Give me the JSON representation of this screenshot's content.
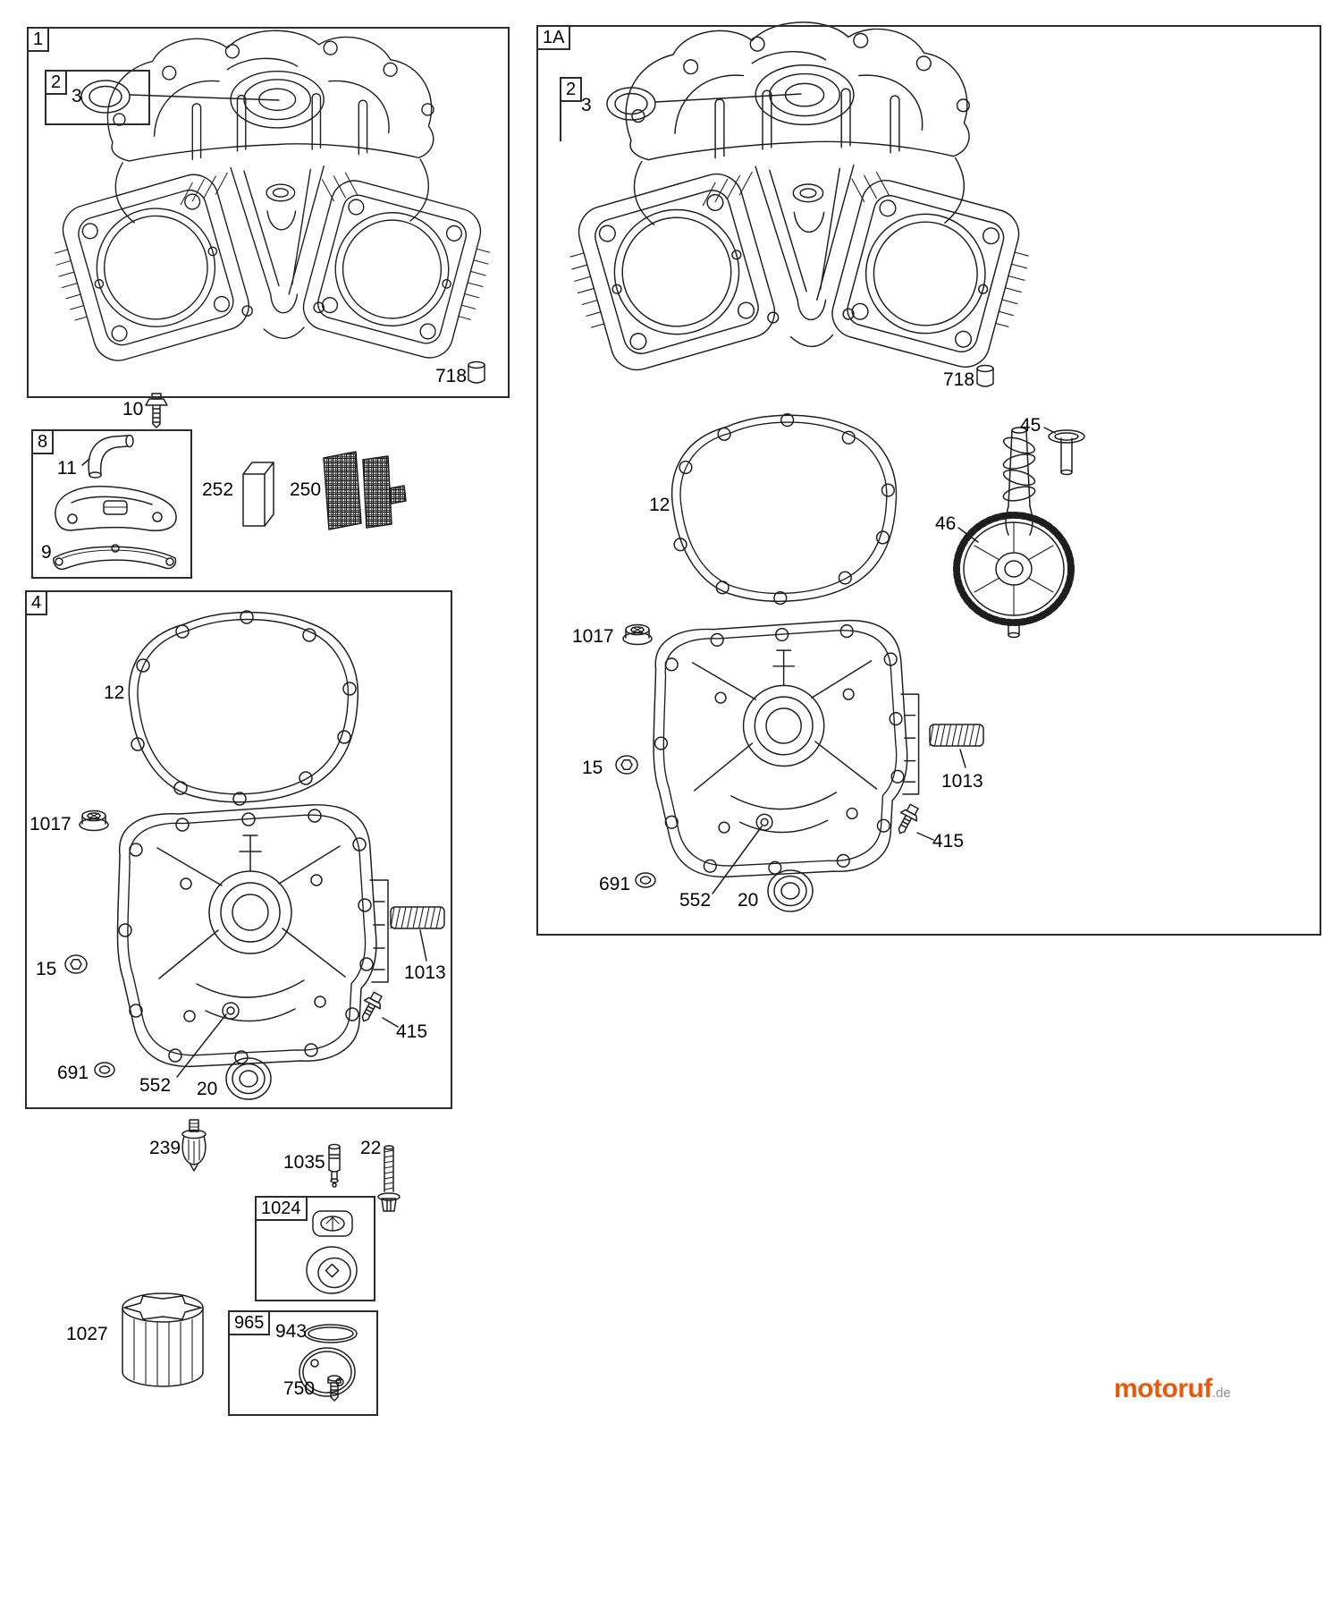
{
  "watermark": {
    "brand": "motoruf",
    "tld": ".de",
    "brand_color": "#e8590c",
    "tld_color": "#8f8f8f"
  },
  "panels": {
    "p1": {
      "label": "1"
    },
    "p1_inset": {
      "label": "2"
    },
    "p1a": {
      "label": "1A"
    },
    "p1a_inset": {
      "label": "2"
    },
    "p8": {
      "label": "8"
    },
    "p4": {
      "label": "4"
    },
    "p1024": {
      "label": "1024"
    },
    "p965": {
      "label": "965"
    }
  },
  "callouts": {
    "p1": {
      "seal": "3",
      "dowel_pin": "718"
    },
    "p1a": {
      "seal": "3",
      "dowel_pin": "718",
      "cover_gasket": "12",
      "camshaft": "45",
      "cam_gear": "46",
      "flange_nut": "1017",
      "plug": "15",
      "spring": "1013",
      "screw": "415",
      "washer": "691",
      "cup_plug": "552",
      "bearing": "20"
    },
    "p4": {
      "cover_gasket": "12",
      "flange_nut": "1017",
      "plug": "15",
      "spring": "1013",
      "screw": "415",
      "washer": "691",
      "cup_plug": "552",
      "bearing": "20"
    },
    "p8": {
      "breather_tube": "11",
      "breather_gasket": "9"
    },
    "p965": {
      "oring": "943"
    },
    "loose": {
      "head_screw": "10",
      "spacer_block": "252",
      "screen": "250",
      "drain_plug": "239",
      "pin_spacer": "1035",
      "bolt": "22",
      "oil_filter": "1027",
      "cover_screw": "750"
    }
  }
}
